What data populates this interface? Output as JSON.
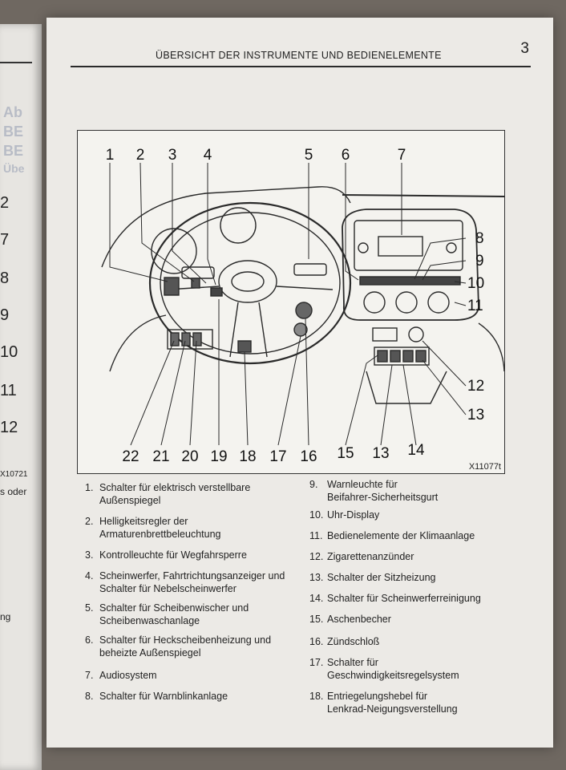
{
  "header": {
    "title": "ÜBERSICHT DER INSTRUMENTE UND BEDIENELEMENTE",
    "page_number": "3"
  },
  "left_page": {
    "numbers": [
      "2",
      "7",
      "8",
      "9",
      "10",
      "11",
      "12"
    ],
    "ghost_text": [
      "Ab",
      "BE",
      "BE",
      "Übe"
    ],
    "figure_id": "X10721",
    "snippet_1": "s oder",
    "snippet_2": "ng"
  },
  "figure": {
    "id": "X11077t",
    "callouts_top": [
      "1",
      "2",
      "3",
      "4",
      "5",
      "6",
      "7"
    ],
    "callouts_right": [
      "8",
      "9",
      "10",
      "11",
      "12",
      "13"
    ],
    "callouts_bottom": [
      "22",
      "21",
      "20",
      "19",
      "18",
      "17",
      "16",
      "15",
      "13",
      "14"
    ]
  },
  "legend_left": [
    {
      "num": "1.",
      "text": "Schalter für elektrisch verstellbare\nAußenspiegel"
    },
    {
      "num": "2.",
      "text": "Helligkeitsregler der\nArmaturenbrettbeleuchtung"
    },
    {
      "num": "3.",
      "text": "Kontrolleuchte für Wegfahrsperre"
    },
    {
      "num": "4.",
      "text": "Scheinwerfer, Fahrtrichtungsanzeiger und\nSchalter für Nebelscheinwerfer"
    },
    {
      "num": "5.",
      "text": "Schalter für Scheibenwischer und\nScheibenwaschanlage"
    },
    {
      "num": "6.",
      "text": "Schalter für Heckscheibenheizung und\nbeheizte Außenspiegel"
    },
    {
      "num": "7.",
      "text": "Audiosystem"
    },
    {
      "num": "8.",
      "text": "Schalter für Warnblinkanlage"
    }
  ],
  "legend_right": [
    {
      "num": "9.",
      "text": "Warnleuchte für\nBeifahrer-Sicherheitsgurt"
    },
    {
      "num": "10.",
      "text": "Uhr-Display"
    },
    {
      "num": "11.",
      "text": "Bedienelemente der Klimaanlage"
    },
    {
      "num": "12.",
      "text": "Zigarettenanzünder"
    },
    {
      "num": "13.",
      "text": "Schalter der Sitzheizung"
    },
    {
      "num": "14.",
      "text": "Schalter für Scheinwerferreinigung"
    },
    {
      "num": "15.",
      "text": "Aschenbecher"
    },
    {
      "num": "16.",
      "text": "Zündschloß"
    },
    {
      "num": "17.",
      "text": "Schalter für\nGeschwindigkeitsregelsystem"
    },
    {
      "num": "18.",
      "text": "Entriegelungshebel für\nLenkrad-Neigungsverstellung"
    }
  ]
}
